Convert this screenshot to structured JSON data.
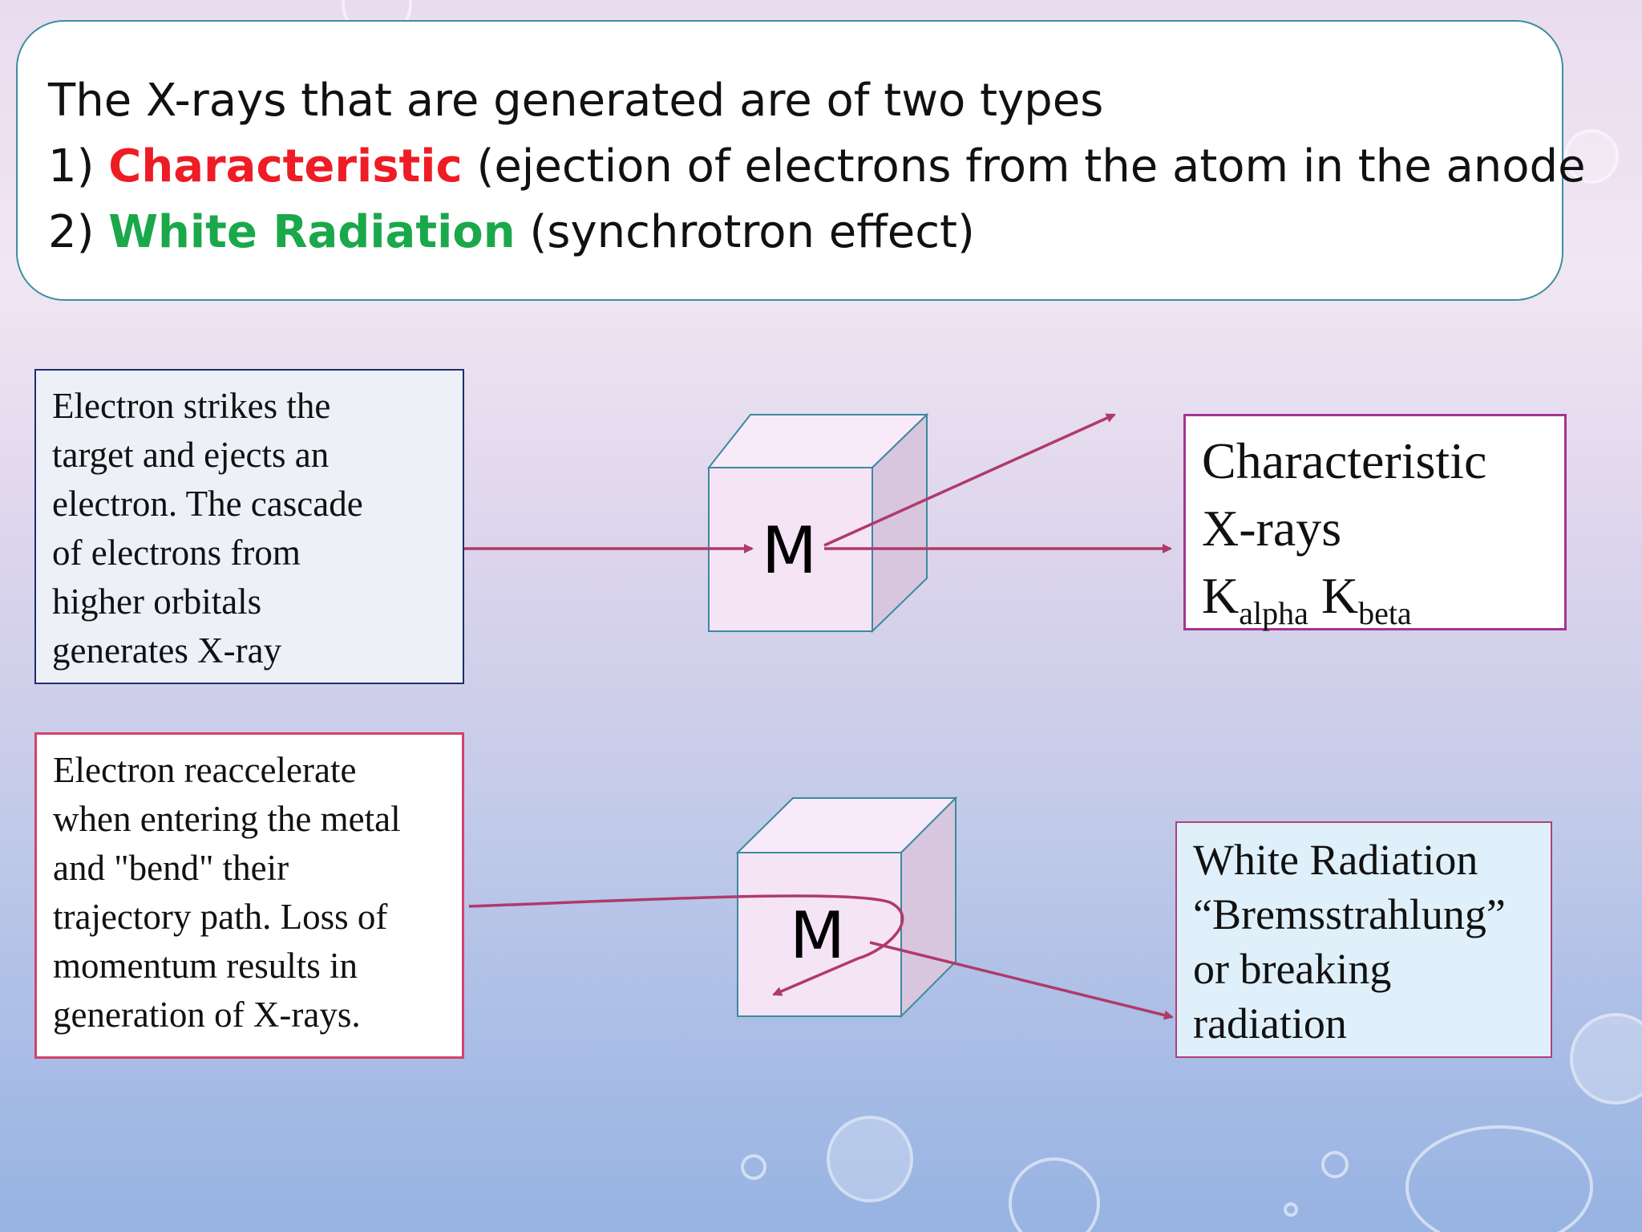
{
  "title": {
    "line1": "The X-rays that are generated are of two types",
    "line2_prefix": "1) ",
    "line2_highlight": "Characteristic",
    "line2_rest": " (ejection of electrons from the atom in the anode",
    "line3_prefix": "2) ",
    "line3_highlight": "White Radiation",
    "line3_rest": " (synchrotron effect)",
    "highlight_colors": {
      "characteristic": "#ee1c24",
      "white_radiation": "#1aa84b"
    }
  },
  "characteristic_process": {
    "description_lines": [
      "Electron strikes the",
      "target and ejects an",
      "electron. The cascade",
      "of electrons from",
      "higher orbitals",
      "generates X-ray"
    ],
    "target_label": "M",
    "result": {
      "line1": "Characteristic",
      "line2": "X-rays",
      "k": "K",
      "alpha": "alpha",
      "beta": "beta"
    }
  },
  "white_process": {
    "description_lines": [
      "Electron reaccelerate",
      "when entering the metal",
      "and \"bend\" their",
      "trajectory path. Loss of",
      "momentum results in",
      "generation of X-rays."
    ],
    "target_label": "M",
    "result_lines": [
      "White Radiation",
      "“Bremsstrahlung”",
      "or breaking",
      "radiation"
    ]
  },
  "colors": {
    "arrow": "#b03a6a",
    "cube_face": "#f5e6f7",
    "cube_side": "#d9c8e0",
    "cube_edge": "#3a8aa0"
  }
}
